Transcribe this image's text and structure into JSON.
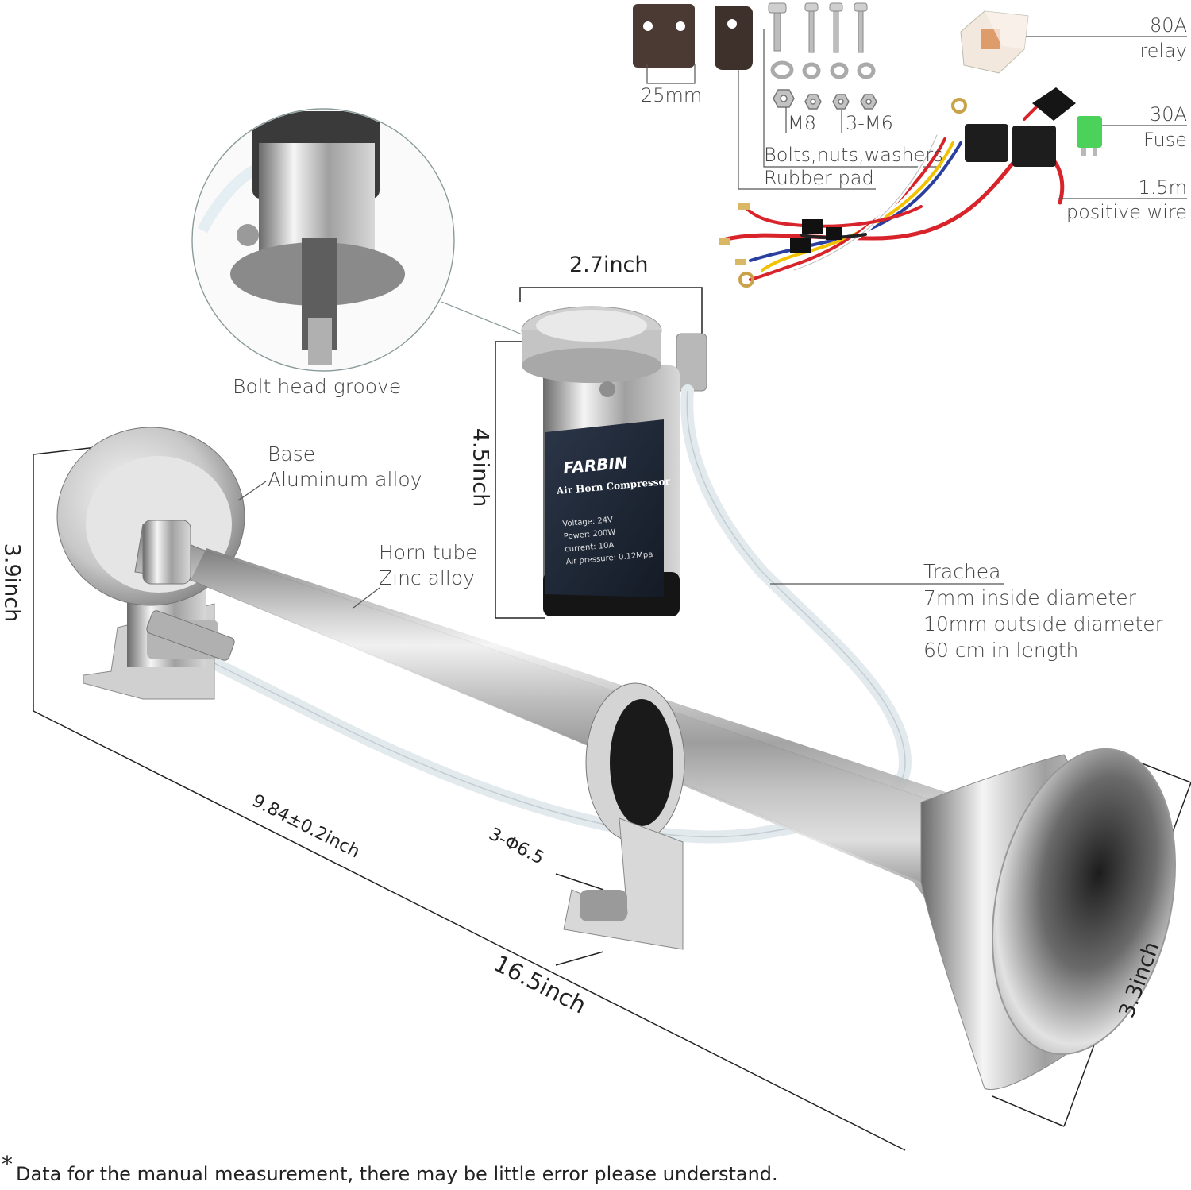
{
  "accessories": {
    "size_25mm": "25mm",
    "bolts_m8": "M8",
    "bolts_m6": "3-M6",
    "bolts_nuts_washers": "Bolts,nuts,washers",
    "rubber_pad": "Rubber pad",
    "relay_value": "80A",
    "relay_name": "relay",
    "fuse_value": "30A",
    "fuse_name": "Fuse",
    "wire_length": "1.5m",
    "wire_name": "positive wire"
  },
  "zoom_callout": {
    "label": "Bolt head groove"
  },
  "compressor": {
    "width": "2.7inch",
    "height": "4.5inch",
    "brand": "FARBIN",
    "title": "Air Horn Compressor",
    "voltage": "Voltage: 24V",
    "power": "Power: 200W",
    "current": "current: 10A",
    "pressure": "Air pressure: 0.12Mpa"
  },
  "horn": {
    "base_name": "Base",
    "base_material": "Aluminum alloy",
    "tube_name": "Horn tube",
    "tube_material": "Zinc alloy",
    "height": "3.9inch",
    "mount_spacing": "9.84±0.2inch",
    "holes": "3-Φ6.5",
    "length": "16.5inch",
    "bell_diameter": "3.3inch"
  },
  "trachea": {
    "name": "Trachea",
    "inside": "7mm inside diameter",
    "outside": "10mm outside diameter",
    "length": "60 cm in length"
  },
  "footnote": {
    "mark": "*",
    "text": "Data for the manual measurement, there may be little error please understand."
  },
  "colors": {
    "chrome_dark": "#4a4a4a",
    "chrome_light": "#f2f2f2",
    "wire_red": "#d8232a",
    "wire_yellow": "#f2c200",
    "wire_blue": "#2a3f9e",
    "fuse_green": "#4cd15a",
    "compressor_label": "#1f2a3a"
  }
}
